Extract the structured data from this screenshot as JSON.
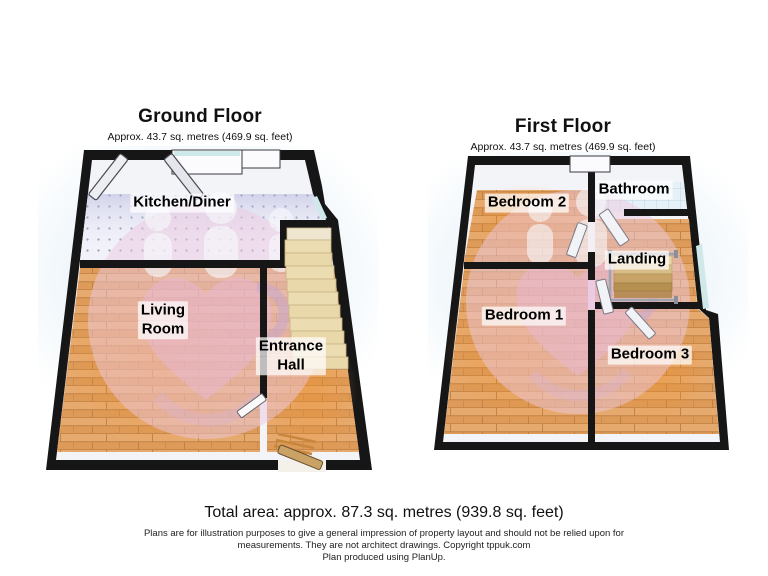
{
  "floors": [
    {
      "title": "Ground Floor",
      "subtitle": "Approx. 43.7 sq. metres (469.9 sq. feet)",
      "rooms": [
        {
          "name": "Kitchen/Diner"
        },
        {
          "name": "Living Room",
          "line1": "Living",
          "line2": "Room"
        },
        {
          "name": "Entrance Hall",
          "line1": "Entrance",
          "line2": "Hall"
        }
      ]
    },
    {
      "title": "First Floor",
      "subtitle": "Approx. 43.7 sq. metres (469.9 sq. feet)",
      "rooms": [
        {
          "name": "Bedroom 2"
        },
        {
          "name": "Bathroom"
        },
        {
          "name": "Landing"
        },
        {
          "name": "Bedroom 1"
        },
        {
          "name": "Bedroom 3"
        }
      ]
    }
  ],
  "footer": {
    "total_area": "Total area: approx. 87.3 sq. metres (939.8 sq. feet)",
    "disclaimer_lines": [
      "Plans are for illustration purposes to give a general impression of property layout and should not be relied upon for",
      "measurements. They are not architect drawings.  Copyright tppuk.com",
      "Plan produced using PlanUp."
    ]
  },
  "colors": {
    "wall": "#161616",
    "wood_light": "#e7aa6e",
    "wood_dark": "#dd9a58",
    "wood_line": "#bd7f42",
    "kitchen_floor": "#f1f2f9",
    "kitchen_dot": "#8d92ac",
    "bath_tile": "#e6f1f7",
    "tile_line": "#bcd6e6",
    "stairs": "#ecdcb2",
    "watermark_pink": "#ecc7df",
    "glass_blue": "#cfe9ea",
    "door_white": "#eceef2",
    "front_door_tan": "#c9a266"
  }
}
